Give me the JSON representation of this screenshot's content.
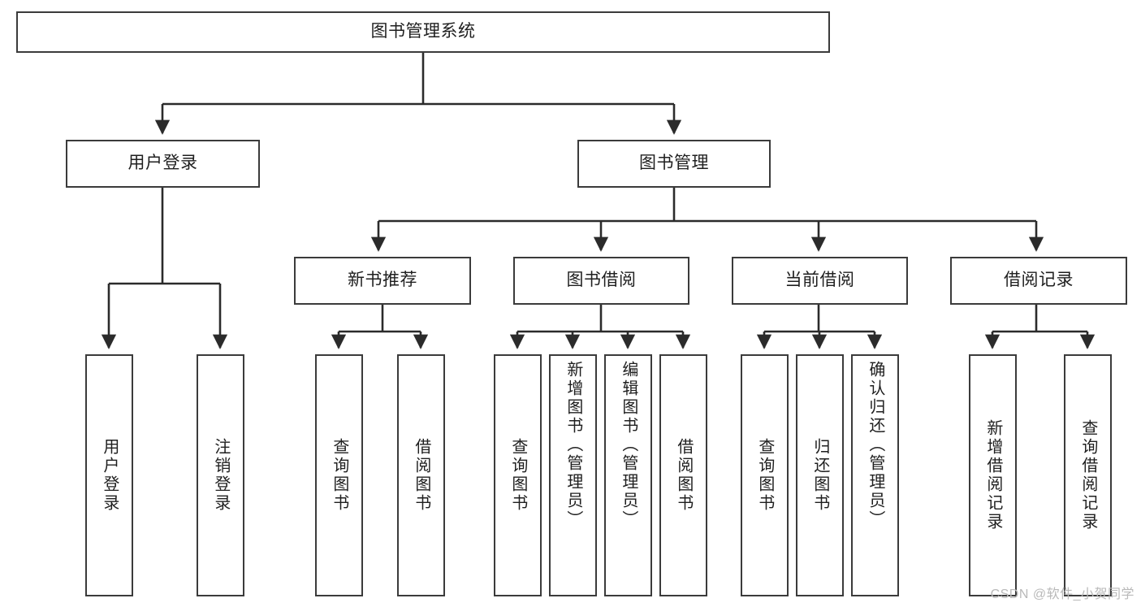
{
  "diagram": {
    "title": "图书管理系统",
    "type": "tree-hierarchy-diagram",
    "watermark": "CSDN @软件_小贺同学",
    "colors": {
      "background": "#ffffff",
      "box_border": "#3b3b3b",
      "box_fill": "#ffffff",
      "connector": "#2b2b2b",
      "text": "#1f1f1f",
      "watermark": "#b9b9b9"
    },
    "nodes": {
      "root": {
        "label": "图书管理系统"
      },
      "level2": [
        {
          "label": "用户登录"
        },
        {
          "label": "图书管理"
        }
      ],
      "level3": [
        {
          "label": "新书推荐"
        },
        {
          "label": "图书借阅"
        },
        {
          "label": "当前借阅"
        },
        {
          "label": "借阅记录"
        }
      ],
      "leaves": {
        "user_login": [
          {
            "label": "用户登录"
          },
          {
            "label": "注销登录"
          }
        ],
        "new_book_recommend": [
          {
            "label": "查询图书"
          },
          {
            "label": "借阅图书"
          }
        ],
        "book_borrow": [
          {
            "label": "查询图书"
          },
          {
            "label": "新增图书（管理员）"
          },
          {
            "label": "编辑图书（管理员）"
          },
          {
            "label": "借阅图书"
          }
        ],
        "current_borrow": [
          {
            "label": "查询图书"
          },
          {
            "label": "归还图书"
          },
          {
            "label": "确认归还（管理员）"
          }
        ],
        "borrow_record": [
          {
            "label": "新增借阅记录"
          },
          {
            "label": "查询借阅记录"
          }
        ]
      }
    }
  }
}
